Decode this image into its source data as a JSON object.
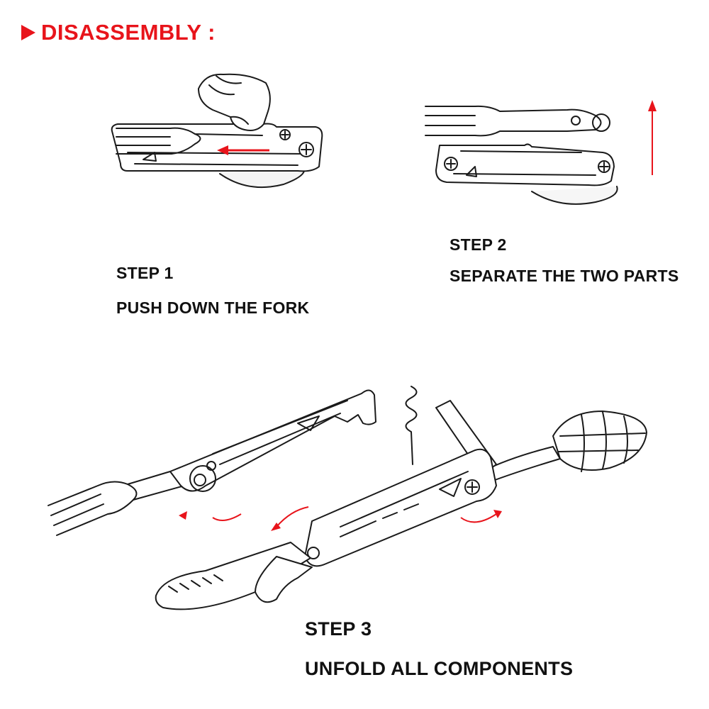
{
  "heading": {
    "text": "DISASSEMBLY :"
  },
  "steps": [
    {
      "number": "STEP 1",
      "instruction": "PUSH DOWN THE FORK"
    },
    {
      "number": "STEP 2",
      "instruction": "SEPARATE THE TWO PARTS"
    },
    {
      "number": "STEP 3",
      "instruction": "UNFOLD ALL COMPONENTS"
    }
  ],
  "colors": {
    "accent": "#e8141b",
    "line": "#1a1a1a",
    "text": "#111111"
  },
  "icons": [
    "play-triangle-icon",
    "arrow-left-icon",
    "arrow-up-icon",
    "rotate-arrow-icon"
  ]
}
